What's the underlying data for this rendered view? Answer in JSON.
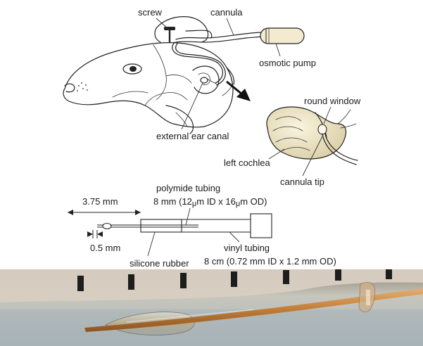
{
  "figure": {
    "top_labels": {
      "screw": "screw",
      "cannula": "cannula",
      "osmotic_pump": "osmotic pump",
      "external_ear_canal": "external ear canal",
      "round_window": "round window",
      "left_cochlea": "left cochlea",
      "cannula_tip": "cannula tip"
    },
    "middle_labels": {
      "polymide_tubing": "polymide  tubing",
      "polymide_dims": "8 mm (12",
      "polymide_dims_unit1": "m ID x 16",
      "polymide_dims_unit2": "m OD)",
      "mu": "μ",
      "length_375": "3.75 mm",
      "length_05": "0.5 mm",
      "vinyl_tubing": "vinyl tubing",
      "vinyl_dims": "8 cm (0.72 mm ID x 1.2 mm OD)",
      "silicone_rubber": "silicone rubber"
    },
    "colors": {
      "ink": "#222222",
      "cochlea_fill": "#efe6c8",
      "pump_fill": "#f3ead0",
      "photo_bg": "#b9c1c6",
      "tube_amber": "#c98a3c"
    }
  }
}
